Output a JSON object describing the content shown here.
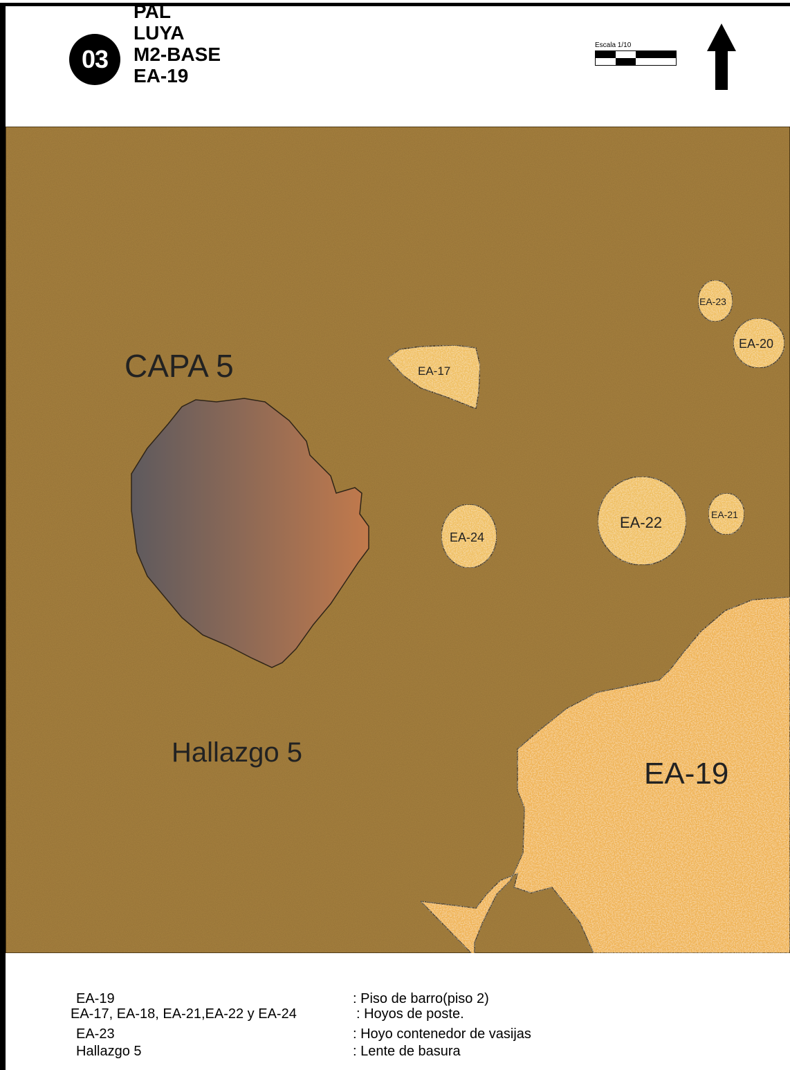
{
  "header": {
    "number": "03",
    "lines": [
      "PAL",
      "LUYA",
      "M2-BASE",
      "EA-19"
    ],
    "scale_label": "Escala 1/10",
    "north_arrow_icon": "north-arrow-icon"
  },
  "plan": {
    "layer_label": "CAPA 5",
    "features": {
      "ea17": "EA-17",
      "ea19": "EA-19",
      "ea20": "EA-20",
      "ea21": "EA-21",
      "ea22": "EA-22",
      "ea23": "EA-23",
      "ea24": "EA-24",
      "hallazgo5": "Hallazgo 5"
    },
    "colors": {
      "soil": "#a8823f",
      "feature_fill": "#f0c062",
      "floor_fill": "#f0b455",
      "outline": "#3a2a12",
      "hallazgo_dark": "#5e5a5e",
      "hallazgo_light": "#c27a4c"
    }
  },
  "legend": {
    "rows": [
      {
        "term": "EA-19",
        "definition": ": Piso de barro(piso 2)"
      },
      {
        "term": "EA-17, EA-18, EA-21,EA-22 y EA-24",
        "definition": ": Hoyos de poste."
      },
      {
        "term": "EA-23",
        "definition": ": Hoyo contenedor de vasijas"
      },
      {
        "term": "Hallazgo 5",
        "definition": ":  Lente de basura"
      }
    ]
  }
}
